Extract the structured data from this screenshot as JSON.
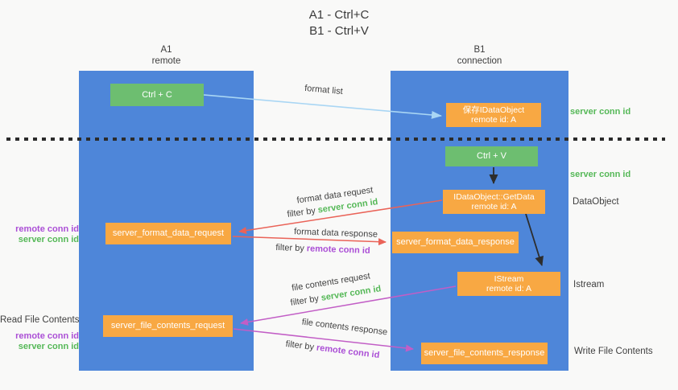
{
  "colors": {
    "lane_blue": "#4e86d9",
    "node_green": "#6dbe70",
    "node_orange": "#f8a843",
    "arrow_light_blue": "#a9d6f4",
    "arrow_black": "#2d2d2d",
    "arrow_red": "#ea6358",
    "arrow_magenta": "#c25ec6",
    "text_green": "#55b857",
    "text_purple": "#ab4fd6"
  },
  "title": {
    "line1": "A1 - Ctrl+C",
    "line2": "B1 - Ctrl+V"
  },
  "lanes": {
    "left": {
      "title": "A1",
      "subtitle": "remote"
    },
    "right": {
      "title": "B1",
      "subtitle": "connection"
    }
  },
  "nodes": {
    "ctrl_c": {
      "label": "Ctrl + C"
    },
    "save_idataobject": {
      "line1": "保存IDataObject",
      "line2": "remote id: A"
    },
    "ctrl_v": {
      "label": "Ctrl + V"
    },
    "getdata": {
      "line1": "IDataObject::GetData",
      "line2": "remote id: A"
    },
    "format_request": {
      "label": "server_format_data_request"
    },
    "format_response": {
      "label": "server_format_data_response"
    },
    "istream": {
      "line1": "IStream",
      "line2": "remote id: A"
    },
    "file_request": {
      "label": "server_file_contents_request"
    },
    "file_response": {
      "label": "server_file_contents_response"
    }
  },
  "edge_labels": {
    "format_list": "format list",
    "format_request": {
      "line1": "format data request",
      "filter_prefix": "filter by ",
      "filter_key": "server conn id"
    },
    "format_response": {
      "line1": "format data response",
      "filter_prefix": "filter by ",
      "filter_key": "remote conn id"
    },
    "file_request": {
      "line1": "file contents request",
      "filter_prefix": "filter by ",
      "filter_key": "server conn id"
    },
    "file_response": {
      "line1": "file contents response",
      "filter_prefix": "filter by ",
      "filter_key": "remote conn id"
    }
  },
  "side_labels": {
    "right_server_conn_1": "server conn id",
    "right_server_conn_2": "server conn id",
    "right_dataobject": "DataObject",
    "right_istream": "Istream",
    "right_write_file": "Write File Contents",
    "left_remote_conn_1": "remote conn id",
    "left_server_conn_1": "server conn id",
    "left_read_file": "Read File Contents",
    "left_remote_conn_2": "remote conn id",
    "left_server_conn_2": "server conn id"
  }
}
